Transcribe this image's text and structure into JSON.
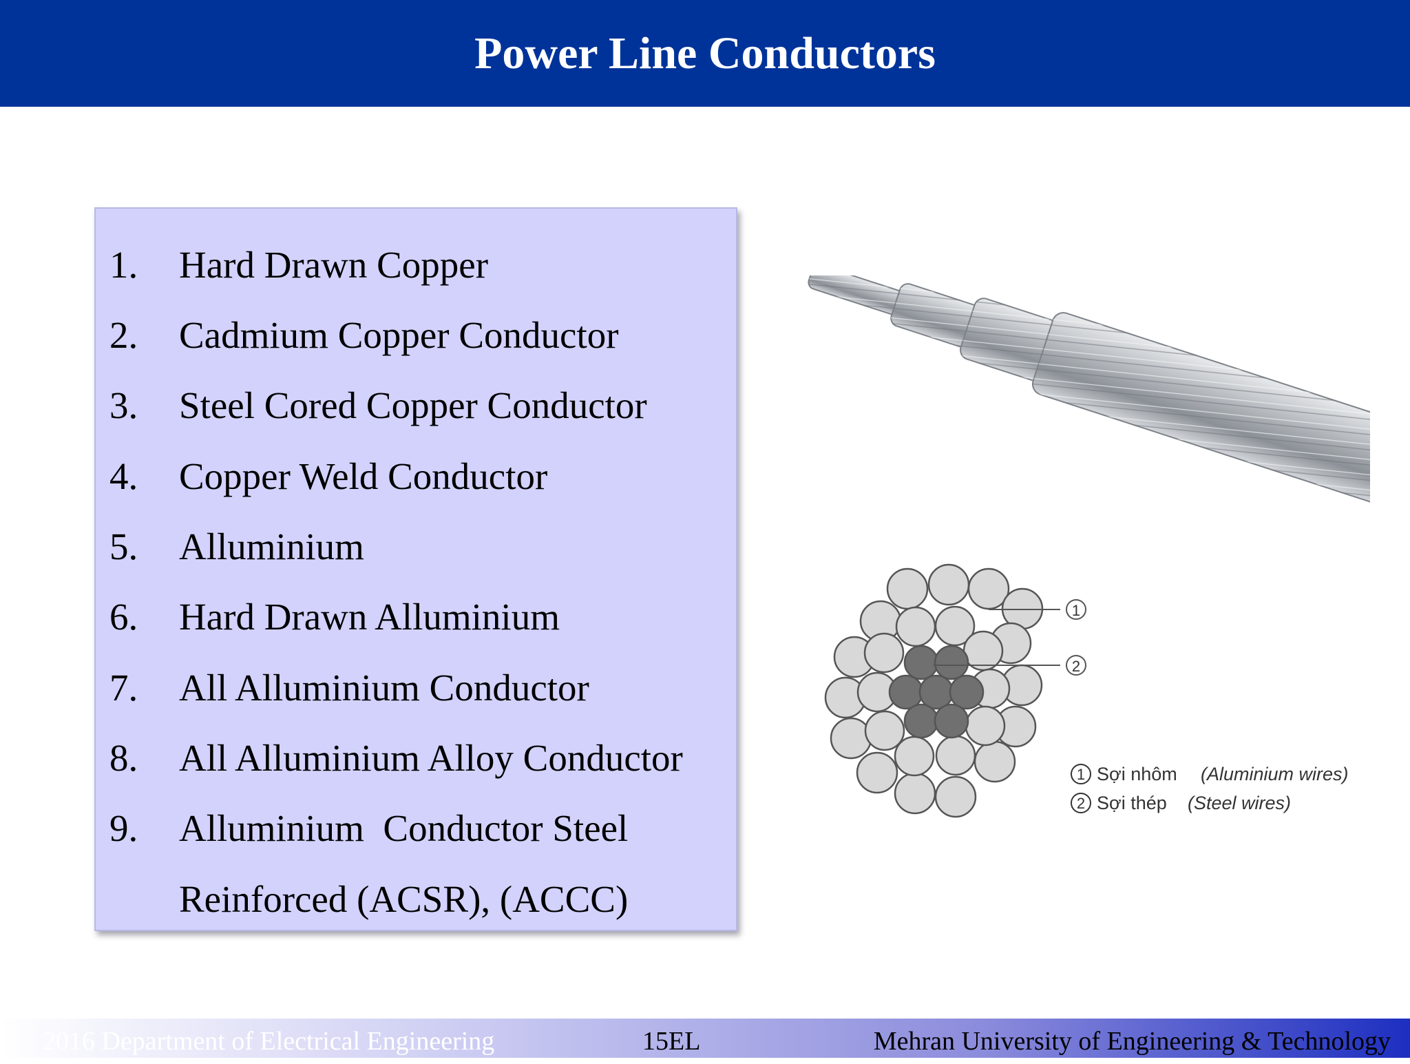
{
  "slide": {
    "title": "Power Line Conductors"
  },
  "list": {
    "items": [
      {
        "num": "1.",
        "text": "Hard Drawn Copper"
      },
      {
        "num": "2.",
        "text": "Cadmium Copper Conductor"
      },
      {
        "num": "3.",
        "text": "Steel Cored Copper Conductor"
      },
      {
        "num": "4.",
        "text": "Copper Weld Conductor"
      },
      {
        "num": "5.",
        "text": "Alluminium"
      },
      {
        "num": "6.",
        "text": "Hard Drawn Alluminium"
      },
      {
        "num": "7.",
        "text": "All Alluminium Conductor"
      },
      {
        "num": "8.",
        "text": "All Alluminium Alloy Conductor"
      },
      {
        "num": "9.",
        "text": "Alluminium  Conductor Steel"
      },
      {
        "num": "",
        "text": "Reinforced (ACSR), (ACCC)"
      }
    ]
  },
  "figure": {
    "marker_1": "1",
    "marker_2": "2",
    "legend_1_vi": "Sợi nhôm",
    "legend_1_en": "(Aluminium wires)",
    "legend_2_vi": "Sợi thép",
    "legend_2_en": "(Steel wires)"
  },
  "footer": {
    "left": "2016 Department of Electrical Engineering",
    "center": "15EL",
    "right": "Mehran University of Engineering & Technology"
  },
  "colors": {
    "title_bar": "#003399",
    "list_box": "#d2d2fc",
    "aluminium_wire": "#d8d8d8",
    "steel_wire": "#707070"
  }
}
